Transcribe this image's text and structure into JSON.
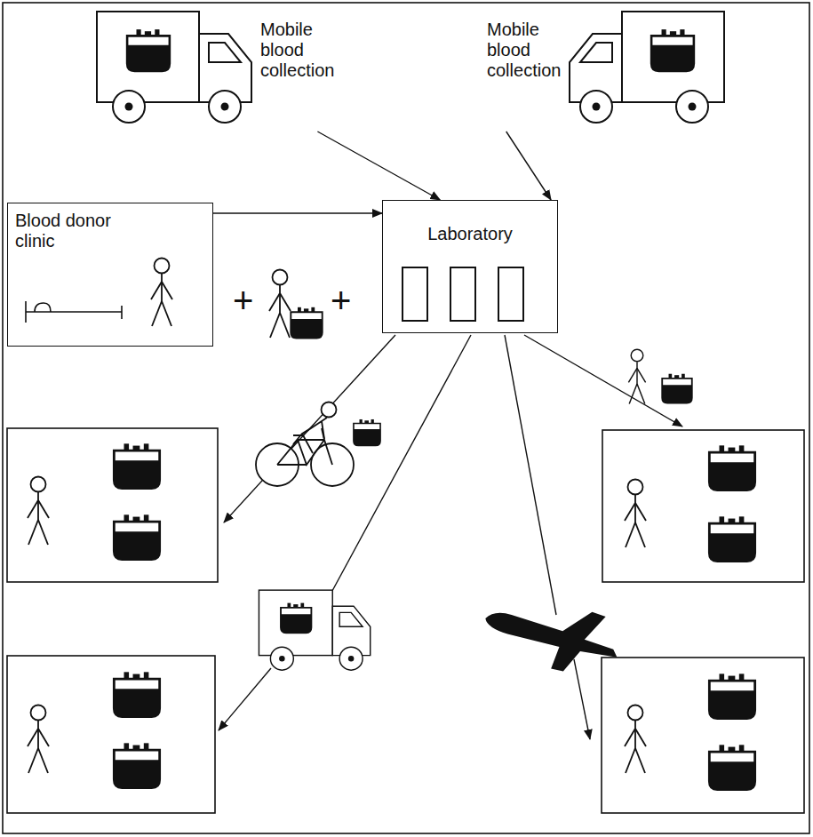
{
  "diagram": {
    "nodes": [
      {
        "text": [
          "Mobile blood collection"
        ]
      },
      {
        "text": [
          "Mobile blood collection"
        ]
      },
      {
        "text": [
          "Blood donor clinic"
        ]
      },
      {
        "text": [
          "Laboratory"
        ]
      }
    ],
    "edges": [
      {
        "from": 0,
        "to": 3,
        "arrow": "to"
      },
      {
        "from": 1,
        "to": 3,
        "arrow": "to"
      },
      {
        "from": 2,
        "to": 3,
        "arrow": "to"
      }
    ],
    "labels": [
      "+",
      "+"
    ]
  }
}
